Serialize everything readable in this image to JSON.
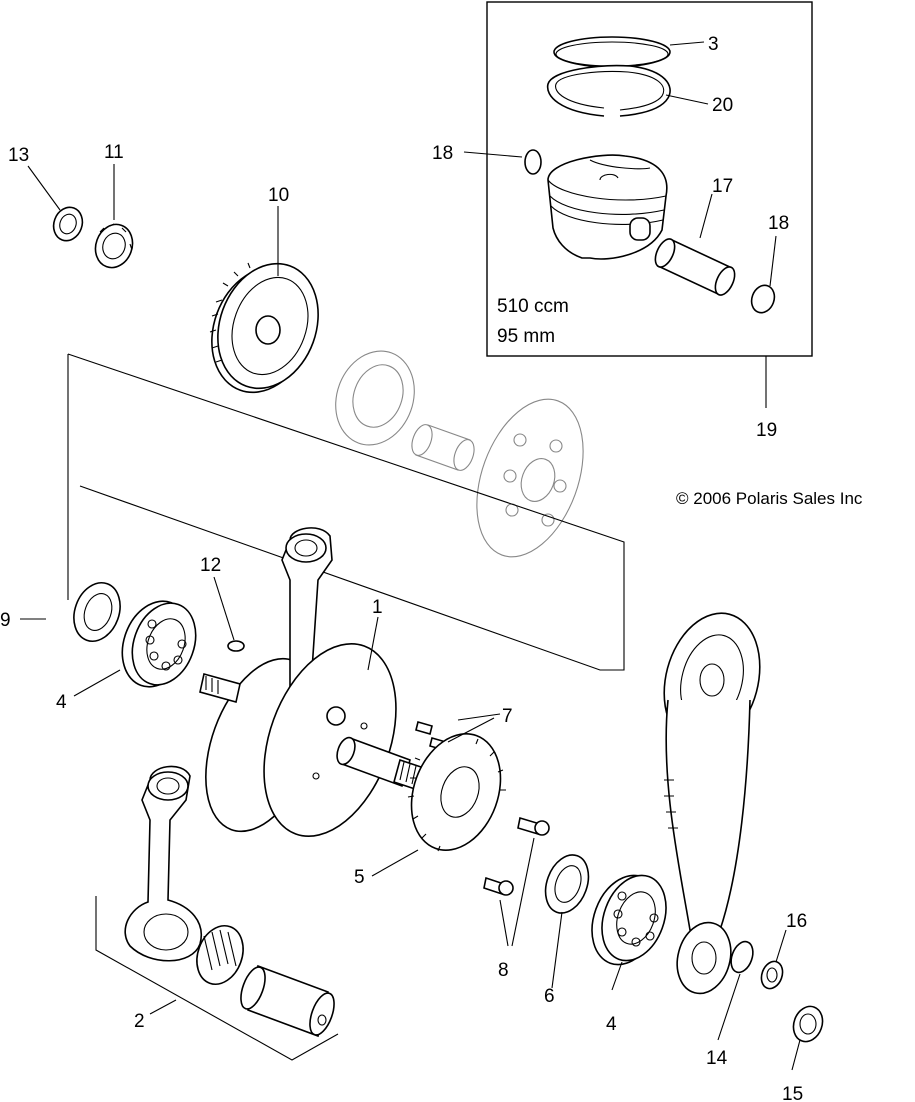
{
  "callouts": {
    "c1": "1",
    "c2": "2",
    "c3": "3",
    "c4a": "4",
    "c4b": "4",
    "c5": "5",
    "c6": "6",
    "c7": "7",
    "c8": "8",
    "c9": "9",
    "c10": "10",
    "c11": "11",
    "c12": "12",
    "c13": "13",
    "c14": "14",
    "c15": "15",
    "c16": "16",
    "c17": "17",
    "c18a": "18",
    "c18b": "18",
    "c19": "19",
    "c20": "20"
  },
  "piston_kit": {
    "displacement": "510 ccm",
    "bore": "95 mm"
  },
  "copyright": "© 2006 Polaris Sales Inc"
}
